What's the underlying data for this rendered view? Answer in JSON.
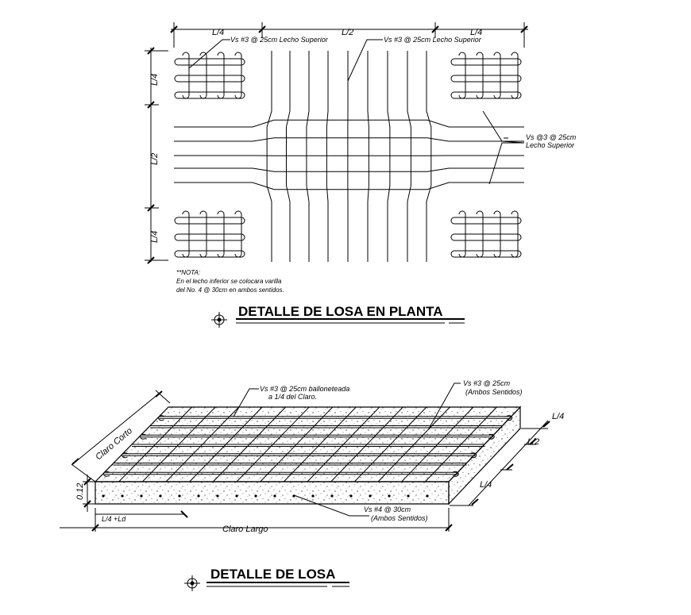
{
  "plan": {
    "dim_top_left": "L/4",
    "dim_top_mid": "L/2",
    "dim_top_right": "L/4",
    "dim_left_top": "L/4",
    "dim_left_mid": "L/2",
    "dim_left_bottom": "L/4",
    "callout_top_left": "Vs #3 @ 25cm  Lecho Superior",
    "callout_top_right": "Vs #3 @ 25cm  Lecho Superior",
    "callout_right_1": "Vs @3 @ 25cm",
    "callout_right_2": "Lecho Superior",
    "note_title": "**NOTA:",
    "note_line1": "En el lecho inferior se colocara varilla",
    "note_line2": "del No. 4 @ 30cm  en ambos sentidos.",
    "title": "DETALLE DE LOSA EN PLANTA"
  },
  "iso": {
    "callout_top_1": "Vs #3 @ 25cm  balloneteada",
    "callout_top_2": "a 1/4 del Claro.",
    "callout_right_1": "Vs #3 @ 25cm",
    "callout_right_2": "(Ambos Sentidos)",
    "callout_bottom_1": "Vs #4 @ 30cm",
    "callout_bottom_2": "(Ambos Sentidos)",
    "claro_corto": "Claro Corto",
    "claro_largo": "Claro Largo",
    "thickness": "0.12",
    "dim_l4_ld": "L/4 +Ld",
    "dim_r1": "L/4",
    "dim_r2": "L/2",
    "dim_r3": "L/4",
    "title": "DETALLE DE LOSA"
  }
}
